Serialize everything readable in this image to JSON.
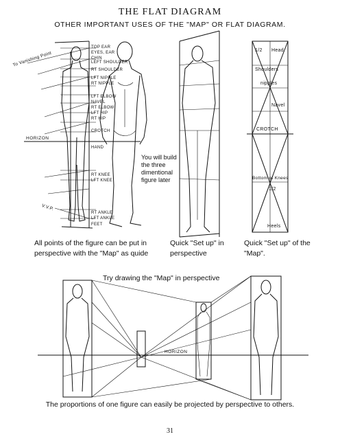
{
  "title": "THE FLAT DIAGRAM",
  "subtitle": "OTHER IMPORTANT USES OF THE \"MAP\" OR FLAT DIAGRAM.",
  "top_left": {
    "vanishing_point_label": "To Vanishing Point",
    "horizon_label": "HORIZON",
    "vvp_label": "V.V.P.",
    "body_point_labels": [
      "TOP EAR",
      "EYES, EAR",
      "CHIN",
      "LEFT SHOULDER",
      "RT SHOULDER",
      "LFT NIPPLE",
      "RT NIPPLE",
      "LFT ELBOW",
      "NAVEL",
      "RT ELBOW",
      "LFT HIP",
      "RT HIP",
      "CROTCH",
      "HAND",
      "RT KNEE",
      "LFT KNEE",
      "RT ANKLE",
      "LFT ANKLE",
      "FEET"
    ],
    "note": "You will build the three dimentional figure later",
    "caption": "All points of the figure can be put in perspective with the \"Map\" as quide"
  },
  "top_middle": {
    "caption": "Quick \"Set up\" in perspective"
  },
  "top_right": {
    "labels": [
      "1/2",
      "Head",
      "Shoulders",
      "nipples",
      "Navel",
      "CROTCH",
      "Bottom of Knees",
      "1/2",
      "Heels"
    ],
    "caption": "Quick \"Set up\" of the \"Map\"."
  },
  "bottom": {
    "heading": "Try drawing the \"Map\" in perspective",
    "horizon_label": "HORIZON",
    "caption": "The proportions of one figure can easily be projected by perspective to others."
  },
  "page_number": "31"
}
